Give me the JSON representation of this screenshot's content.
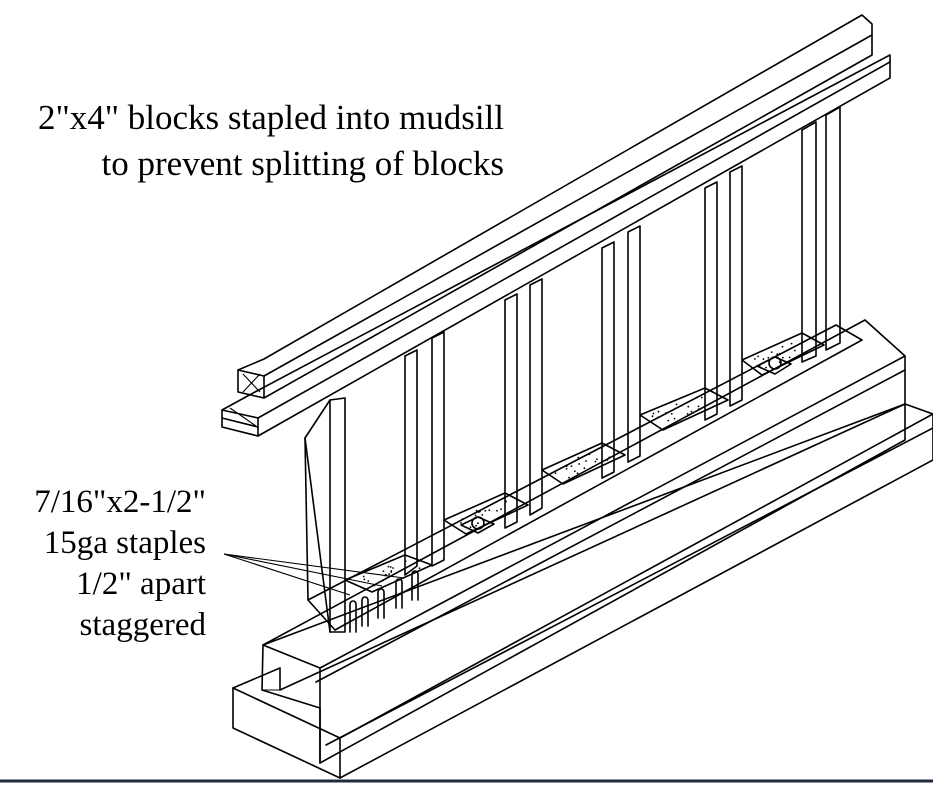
{
  "callouts": {
    "blocks_note": {
      "line1": "2\"x4\" blocks stapled into mudsill",
      "line2": "to prevent splitting of blocks"
    },
    "staples_note": {
      "line1": "7/16\"x2-1/2\"",
      "line2": "15ga staples",
      "line3": "1/2\" apart",
      "line4": "staggered"
    }
  },
  "colors": {
    "ink": "#000000",
    "background": "#ffffff",
    "footer_rule": "#1f2b38"
  }
}
